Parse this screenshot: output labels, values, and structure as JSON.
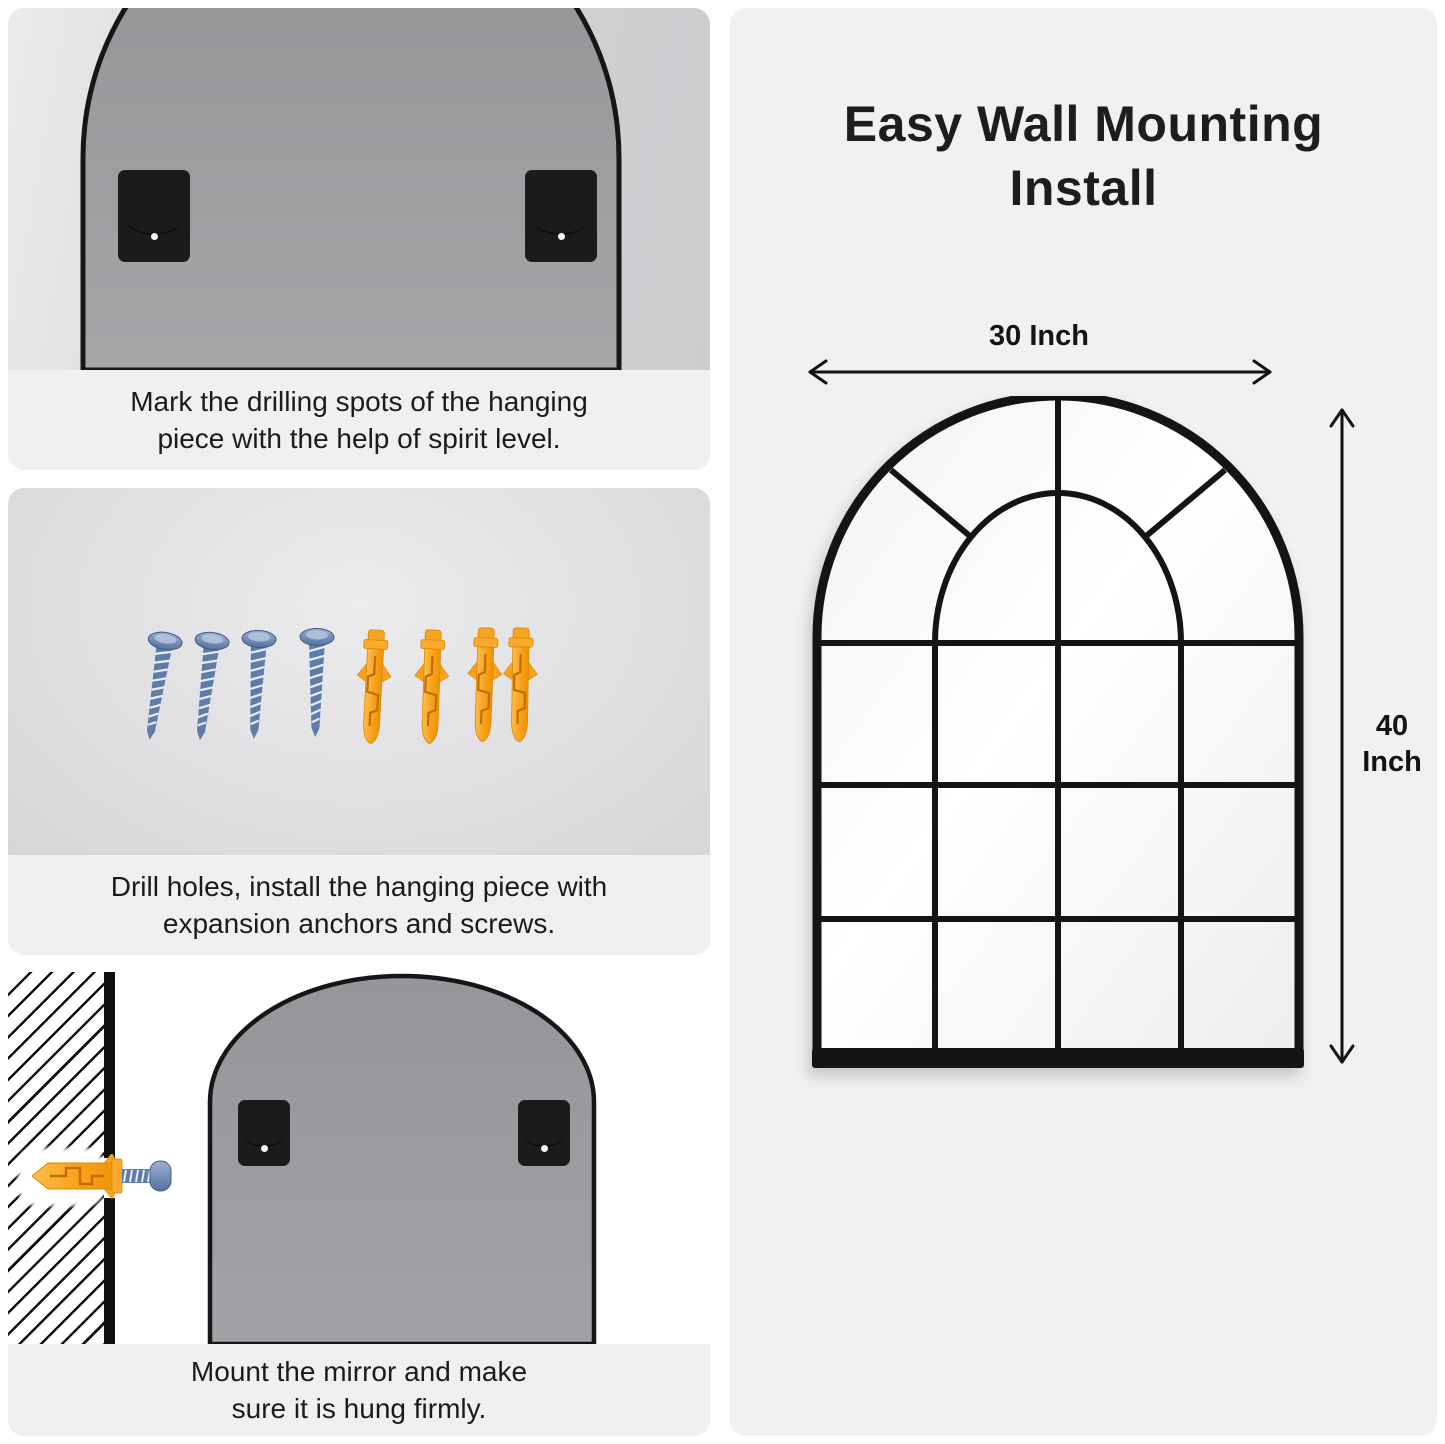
{
  "title": {
    "line1": "Easy Wall Mounting",
    "line2": "Install"
  },
  "dimensions": {
    "width_label": "30 Inch",
    "height_value": "40",
    "height_unit": "Inch"
  },
  "steps": [
    {
      "caption_line1": "Mark the drilling spots of the hanging",
      "caption_line2": "piece with the help of spirit level."
    },
    {
      "caption_line1": "Drill holes, install the hanging piece with",
      "caption_line2": "expansion anchors and screws."
    },
    {
      "caption_line1": "Mount the mirror and make",
      "caption_line2": "sure it is hung firmly."
    }
  ],
  "hardware": {
    "screw_count": 4,
    "anchor_count": 4
  },
  "icons": [
    "mirror-back",
    "hanging-bracket",
    "screw",
    "expansion-anchor",
    "wall-hatch",
    "window-mirror-diagram",
    "width-arrow",
    "height-arrow"
  ],
  "colors": {
    "accent_orange": "#f7a11c",
    "screw_blue": "#5f7cab",
    "frame_black": "#161616",
    "right_panel_bg": "#f1f1f2",
    "caption_bg": "#f0f0f1",
    "mirror_back_gray": "#9b9b9e"
  }
}
